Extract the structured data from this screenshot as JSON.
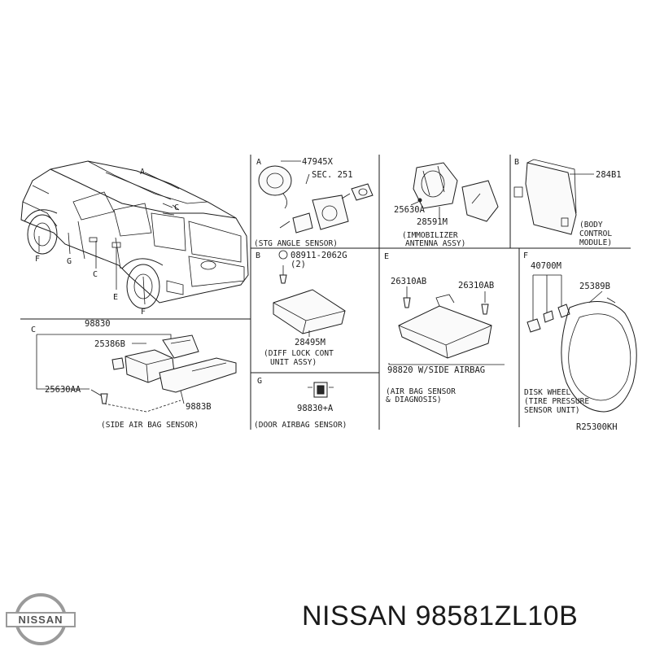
{
  "diagram": {
    "reference_code": "R25300KH",
    "sections": {
      "A": {
        "letter": "A",
        "parts": [
          "47945X",
          "SEC. 251",
          "25630A",
          "28591M"
        ],
        "captions": [
          "(STG ANGLE SENSOR)",
          "(IMMOBILIZER",
          "ANTENNA ASSY)"
        ]
      },
      "B": {
        "letter": "B",
        "parts": [
          "284B1"
        ],
        "captions": [
          "(BODY",
          "CONTROL",
          "MODULE)"
        ]
      },
      "C": {
        "letter": "C",
        "parts": [
          "98830",
          "25386B",
          "25630AA",
          "9883B"
        ],
        "captions": [
          "(SIDE AIR BAG SENSOR)"
        ]
      },
      "D": {
        "letter": "B",
        "parts": [
          "08911-2062G",
          "(2)",
          "28495M"
        ],
        "captions": [
          "(DIFF LOCK CONT",
          "UNIT ASSY)"
        ]
      },
      "E": {
        "letter": "E",
        "parts": [
          "26310AB",
          "26310AB",
          "98820 W/SIDE AIRBAG"
        ],
        "captions": [
          "(AIR BAG SENSOR",
          "& DIAGNOSIS)"
        ]
      },
      "F": {
        "letter": "F",
        "parts": [
          "40700M",
          "25389B"
        ],
        "captions": [
          "DISK WHEEL",
          "(TIRE PRESSURE",
          "SENSOR UNIT)"
        ]
      },
      "G": {
        "letter": "G",
        "parts": [
          "98830+A"
        ],
        "captions": [
          "(DOOR AIRBAG SENSOR)"
        ]
      }
    },
    "vehicle_callouts": [
      "A",
      "C",
      "F",
      "G",
      "C",
      "E",
      "F"
    ]
  },
  "footer": {
    "brand_logo_text": "NISSAN",
    "part_label": "NISSAN 98581ZL10B"
  },
  "colors": {
    "ink": "#1a1a1a",
    "background": "#ffffff",
    "logo_metal": "#9a9a9a"
  }
}
